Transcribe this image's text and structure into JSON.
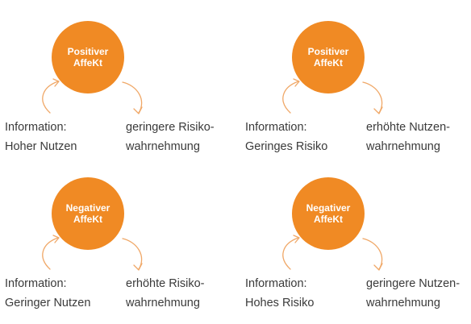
{
  "colors": {
    "circle": "#F08A24",
    "arrow": "#F0A868",
    "text": "#3a3a3a"
  },
  "panels": [
    {
      "affect": [
        "Positiver",
        "AffeKt"
      ],
      "information": [
        "Information:",
        "Hoher Nutzen"
      ],
      "result": [
        "geringere Risiko-",
        "wahrnehmung"
      ]
    },
    {
      "affect": [
        "Positiver",
        "AffeKt"
      ],
      "information": [
        "Information:",
        "Geringes Risiko"
      ],
      "result": [
        "erhöhte Nutzen-",
        "wahrnehmung"
      ]
    },
    {
      "affect": [
        "Negativer",
        "AffeKt"
      ],
      "information": [
        "Information:",
        "Geringer Nutzen"
      ],
      "result": [
        "erhöhte Risiko-",
        "wahrnehmung"
      ]
    },
    {
      "affect": [
        "Negativer",
        "AffeKt"
      ],
      "information": [
        "Information:",
        "Hohes Risiko"
      ],
      "result": [
        "geringere Nutzen-",
        "wahrnehmung"
      ]
    }
  ]
}
